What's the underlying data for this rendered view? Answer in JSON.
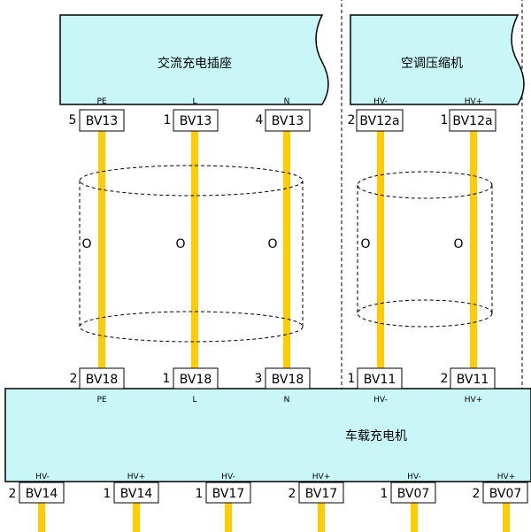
{
  "colors": {
    "module_fill": "#c9f7f7",
    "wire": "#ffcc00",
    "line": "#000000"
  },
  "modules": {
    "ac_socket": {
      "title": "交流充电插座"
    },
    "ac_compressor": {
      "title": "空调压缩机"
    },
    "obc": {
      "title": "车载充电机"
    }
  },
  "top_connectors": [
    {
      "num": "5",
      "code": "BV13",
      "pin": "PE"
    },
    {
      "num": "1",
      "code": "BV13",
      "pin": "L"
    },
    {
      "num": "4",
      "code": "BV13",
      "pin": "N"
    },
    {
      "num": "2",
      "code": "BV12a",
      "pin": "HV-"
    },
    {
      "num": "1",
      "code": "BV12a",
      "pin": "HV+"
    }
  ],
  "mid_connectors": [
    {
      "num": "2",
      "code": "BV18",
      "pin": "PE"
    },
    {
      "num": "1",
      "code": "BV18",
      "pin": "L"
    },
    {
      "num": "3",
      "code": "BV18",
      "pin": "N"
    },
    {
      "num": "1",
      "code": "BV11",
      "pin": "HV-"
    },
    {
      "num": "2",
      "code": "BV11",
      "pin": "HV+"
    }
  ],
  "bottom_connectors": [
    {
      "num": "2",
      "code": "BV14",
      "pin": "HV-"
    },
    {
      "num": "1",
      "code": "BV14",
      "pin": "HV+"
    },
    {
      "num": "1",
      "code": "BV17",
      "pin": "HV-"
    },
    {
      "num": "2",
      "code": "BV17",
      "pin": "HV+"
    },
    {
      "num": "1",
      "code": "BV07",
      "pin": "HV-"
    },
    {
      "num": "2",
      "code": "BV07",
      "pin": "HV+"
    }
  ],
  "wire_marks": [
    "O",
    "O",
    "O",
    "O",
    "O"
  ]
}
